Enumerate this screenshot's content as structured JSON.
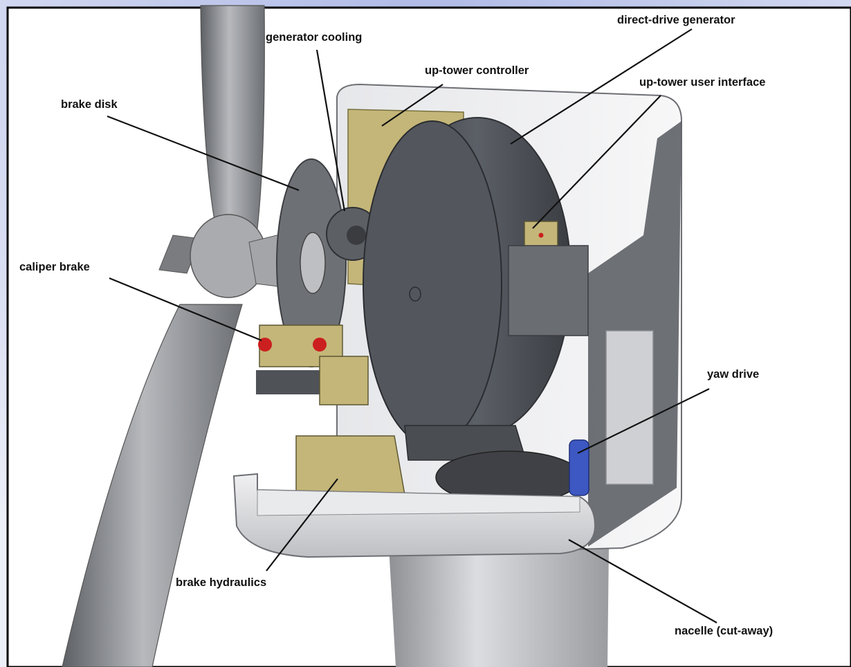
{
  "labels": {
    "direct_drive_generator": "direct-drive generator",
    "generator_cooling": "generator cooling",
    "up_tower_controller": "up-tower controller",
    "up_tower_user_interface": "up-tower user interface",
    "brake_disk": "brake disk",
    "caliper_brake": "caliper brake",
    "yaw_drive": "yaw  drive",
    "brake_hydraulics": "brake hydraulics",
    "nacelle_cut_away": "nacelle (cut-away)"
  },
  "colors": {
    "frame_border": "#000000",
    "background_glow": "#c9d1ef",
    "panel_white": "#ffffff",
    "blade_gray": "#8d8f93",
    "generator_dark": "#4c4f55",
    "controller_khaki": "#c4b678",
    "brake_red": "#cc1f1f",
    "yaw_blue": "#3d58c2",
    "nacelle_light": "#d9dadd"
  }
}
